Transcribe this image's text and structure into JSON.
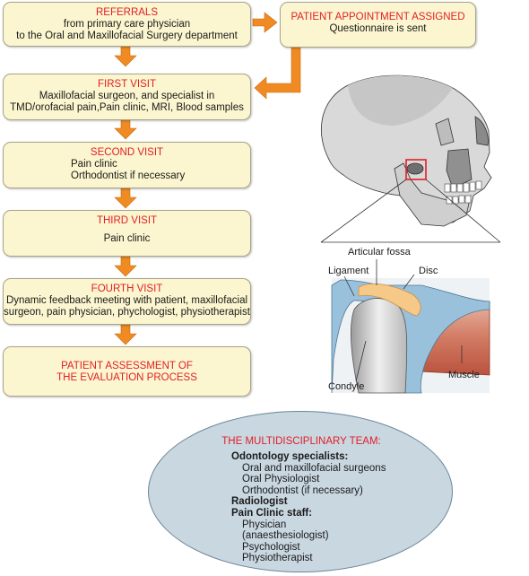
{
  "referrals": {
    "title": "REFERRALS",
    "lines": [
      "from primary care physician",
      "to the Oral and Maxillofacial Surgery department"
    ]
  },
  "appointment": {
    "title": "PATIENT APPOINTMENT ASSIGNED",
    "lines": [
      "Questionnaire is sent"
    ]
  },
  "first_visit": {
    "title": "FIRST VISIT",
    "lines": [
      "Maxillofacial surgeon, and specialist in",
      "TMD/orofacial pain,Pain clinic, MRI, Blood samples"
    ]
  },
  "second_visit": {
    "title": "SECOND VISIT",
    "lines": [
      "Pain clinic",
      "Orthodontist if necessary"
    ]
  },
  "third_visit": {
    "title": "THIRD VISIT",
    "lines": [
      "Pain clinic"
    ]
  },
  "fourth_visit": {
    "title": "FOURTH VISIT",
    "lines": [
      "Dynamic feedback meeting with patient, maxillofacial",
      "surgeon, pain physician, phychologist, physiotherapist"
    ]
  },
  "assessment": {
    "lines": [
      "PATIENT ASSESSMENT OF",
      "THE EVALUATION PROCESS"
    ]
  },
  "anatomy_labels": {
    "articular_fossa": "Articular fossa",
    "ligament": "Ligament",
    "disc": "Disc",
    "condyle": "Condyle",
    "muscle": "Muscle"
  },
  "team": {
    "title": "THE MULTIDISCIPLINARY TEAM:",
    "odontology_heading": "Odontology specialists:",
    "odontology_items": [
      "Oral and maxillofacial surgeons",
      "Oral Physiologist",
      "Orthodontist (if necessary)"
    ],
    "radiologist": "Radiologist",
    "pain_heading": "Pain Clinic staff:",
    "pain_items": [
      "Physician",
      "(anaesthesiologist)",
      "Psychologist",
      "Physiotherapist"
    ]
  },
  "colors": {
    "box_fill": "#fbf6cf",
    "title_red": "#e21e26",
    "arrow_orange": "#f08a22",
    "ellipse_fill": "#c9d7e1"
  }
}
